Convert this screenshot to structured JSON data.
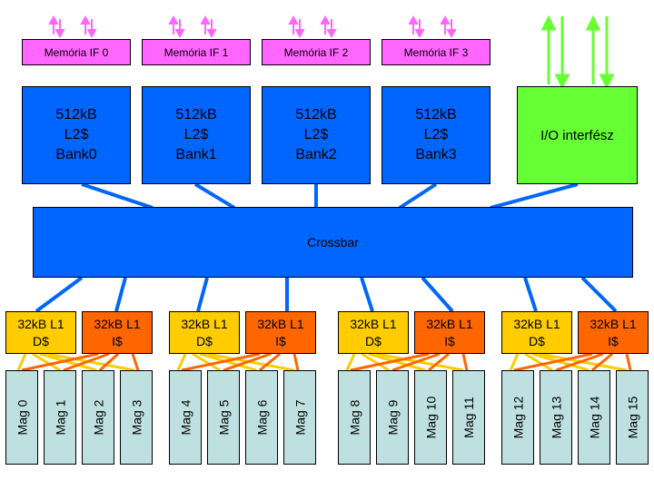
{
  "memory_interfaces": [
    {
      "label": "Memória IF 0"
    },
    {
      "label": "Memória IF 1"
    },
    {
      "label": "Memória IF 2"
    },
    {
      "label": "Memória IF 3"
    }
  ],
  "l2_banks": [
    {
      "label": "512kB\nL2$\nBank0"
    },
    {
      "label": "512kB\nL2$\nBank1"
    },
    {
      "label": "512kB\nL2$\nBank2"
    },
    {
      "label": "512kB\nL2$\nBank3"
    }
  ],
  "io_interface": {
    "label": "I/O interfész"
  },
  "crossbar": {
    "label": "Crossbar"
  },
  "l1_caches": [
    {
      "d": "32kB L1\nD$",
      "i": "32kB L1\nI$"
    },
    {
      "d": "32kB L1\nD$",
      "i": "32kB L1\nI$"
    },
    {
      "d": "32kB L1\nD$",
      "i": "32kB L1\nI$"
    },
    {
      "d": "32kB L1\nD$",
      "i": "32kB L1\nI$"
    }
  ],
  "cores": [
    "Mag 0",
    "Mag 1",
    "Mag 2",
    "Mag 3",
    "Mag 4",
    "Mag 5",
    "Mag 6",
    "Mag 7",
    "Mag 8",
    "Mag 9",
    "Mag 10",
    "Mag 11",
    "Mag 12",
    "Mag 13",
    "Mag 14",
    "Mag 15"
  ],
  "colors": {
    "memory_if": "#ff66ff",
    "l2_bank": "#0066ff",
    "crossbar": "#0066ff",
    "io": "#66ff33",
    "l1_data": "#ffcc00",
    "l1_instr": "#ff6600",
    "core": "#bfe0e0",
    "link_blue": "#0066ff",
    "arrow_pink": "#ff66ff",
    "arrow_green": "#66ff33"
  }
}
